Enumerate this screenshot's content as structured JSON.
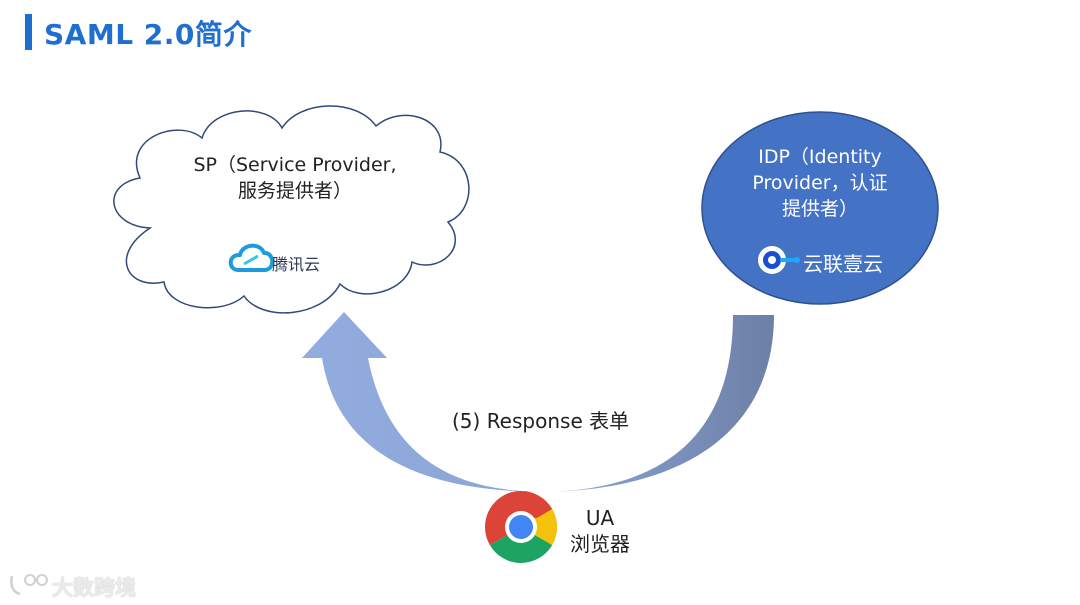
{
  "header": {
    "title": "SAML 2.0简介"
  },
  "sp_node": {
    "line1": "SP（Service Provider,",
    "line2": "服务提供者）",
    "logo_text": "腾讯云"
  },
  "idp_node": {
    "line1": "IDP（Identity",
    "line2": "Provider，认证",
    "line3": "提供者）",
    "logo_text": "云联壹云"
  },
  "flow": {
    "label": "(5) Response 表单"
  },
  "browser": {
    "line1": "UA",
    "line2": "浏览器"
  },
  "watermark": {
    "text": "大数跨境"
  },
  "colors": {
    "title_blue": "#1f6fd0",
    "idp_fill": "#4472c4",
    "arrow_light": "#8faadc",
    "arrow_dark": "#6e82aa",
    "cloud_stroke": "#2f4a7a"
  },
  "icons": {
    "sp_logo": "tencent-cloud-icon",
    "idp_logo": "yunlian-logo-icon",
    "browser": "chrome-icon"
  }
}
